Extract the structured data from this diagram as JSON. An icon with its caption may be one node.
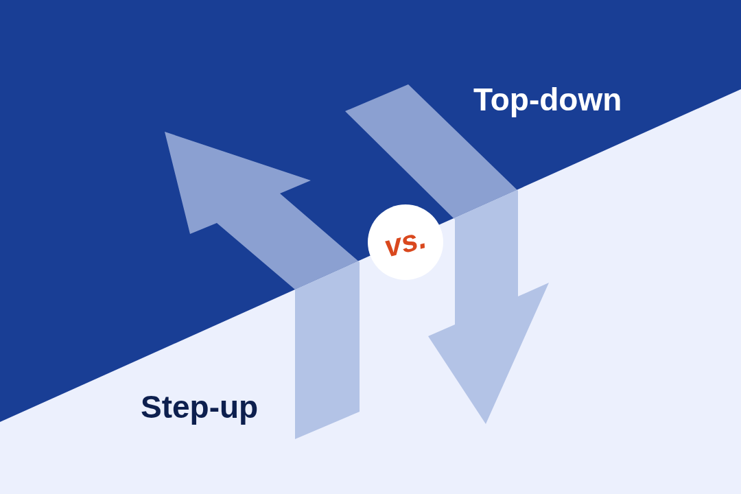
{
  "diagram": {
    "nodes": [
      {
        "text": [
          "vs."
        ]
      }
    ],
    "labels": [
      "Top-down",
      "Step-up"
    ]
  }
}
